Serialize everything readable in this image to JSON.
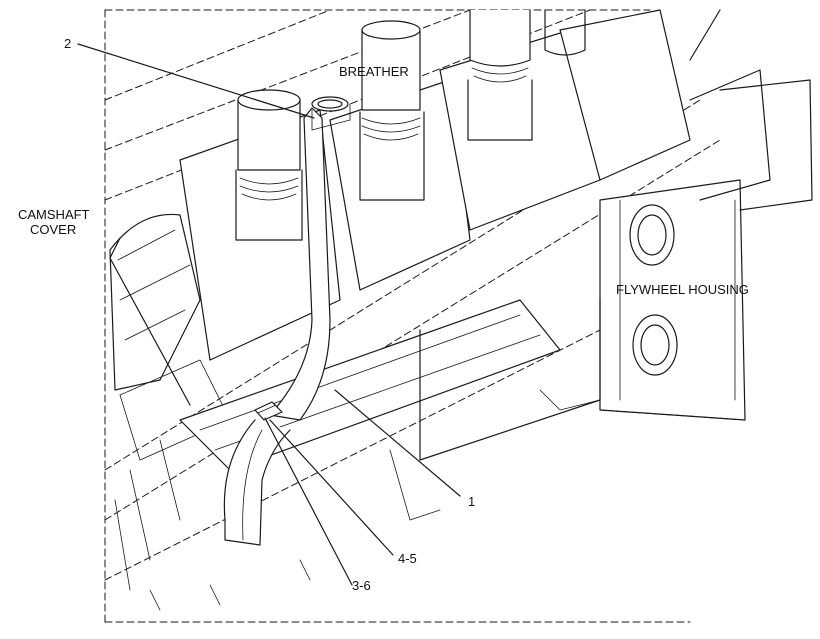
{
  "labels": {
    "breather": "BREATHER",
    "camshaft_cover_line1": "CAMSHAFT",
    "camshaft_cover_line2": "COVER",
    "flywheel_housing": "FLYWHEEL HOUSING",
    "callout_2": "2",
    "callout_1": "1",
    "callout_4_5": "4-5",
    "callout_3_6": "3-6"
  }
}
